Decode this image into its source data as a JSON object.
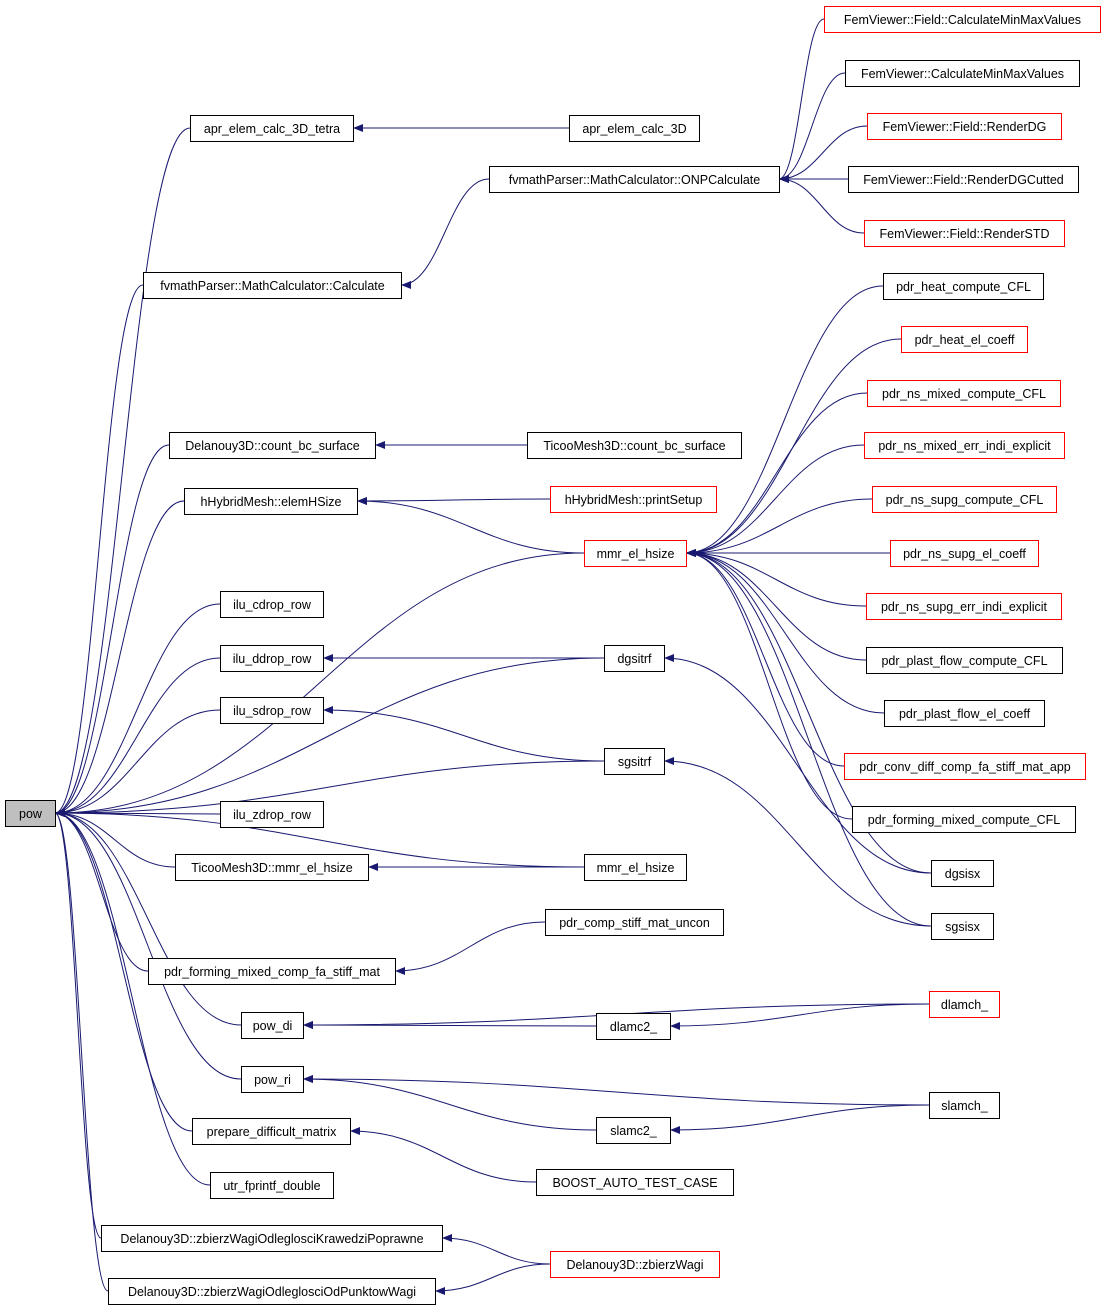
{
  "colors": {
    "edge": "#191970",
    "border_normal": "#000000",
    "border_truncated": "#ff0000",
    "root_fill": "#bfbfbf",
    "node_fill": "#ffffff"
  },
  "nodes": [
    {
      "id": "pow",
      "label": "pow",
      "style": "root"
    },
    {
      "id": "apr_elem_calc_3D_tetra",
      "label": "apr_elem_calc_3D_tetra",
      "style": "normal"
    },
    {
      "id": "apr_elem_calc_3D",
      "label": "apr_elem_calc_3D",
      "style": "normal"
    },
    {
      "id": "fvmath_calculate",
      "label": "fvmathParser::MathCalculator::Calculate",
      "style": "normal"
    },
    {
      "id": "fvmath_onp",
      "label": "fvmathParser::MathCalculator::ONPCalculate",
      "style": "normal"
    },
    {
      "id": "fem_field_calcminmax",
      "label": "FemViewer::Field::CalculateMinMaxValues",
      "style": "truncated"
    },
    {
      "id": "fem_calcminmax",
      "label": "FemViewer::CalculateMinMaxValues",
      "style": "normal"
    },
    {
      "id": "fem_renderdg",
      "label": "FemViewer::Field::RenderDG",
      "style": "truncated"
    },
    {
      "id": "fem_renderdgcutted",
      "label": "FemViewer::Field::RenderDGCutted",
      "style": "normal"
    },
    {
      "id": "fem_renderstd",
      "label": "FemViewer::Field::RenderSTD",
      "style": "truncated"
    },
    {
      "id": "delanouy_count_bc",
      "label": "Delanouy3D::count_bc_surface",
      "style": "normal"
    },
    {
      "id": "ticoo_count_bc",
      "label": "TicooMesh3D::count_bc_surface",
      "style": "normal"
    },
    {
      "id": "hhybrid_elemhsize",
      "label": "hHybridMesh::elemHSize",
      "style": "normal"
    },
    {
      "id": "hhybrid_printsetup",
      "label": "hHybridMesh::printSetup",
      "style": "truncated"
    },
    {
      "id": "mmr_el_hsize_red",
      "label": "mmr_el_hsize",
      "style": "truncated"
    },
    {
      "id": "pdr_heat_compute_cfl",
      "label": "pdr_heat_compute_CFL",
      "style": "normal"
    },
    {
      "id": "pdr_heat_el_coeff",
      "label": "pdr_heat_el_coeff",
      "style": "truncated"
    },
    {
      "id": "pdr_ns_mixed_compute_cfl",
      "label": "pdr_ns_mixed_compute_CFL",
      "style": "truncated"
    },
    {
      "id": "pdr_ns_mixed_err",
      "label": "pdr_ns_mixed_err_indi_explicit",
      "style": "truncated"
    },
    {
      "id": "pdr_ns_supg_compute_cfl",
      "label": "pdr_ns_supg_compute_CFL",
      "style": "truncated"
    },
    {
      "id": "pdr_ns_supg_el_coeff",
      "label": "pdr_ns_supg_el_coeff",
      "style": "truncated"
    },
    {
      "id": "pdr_ns_supg_err",
      "label": "pdr_ns_supg_err_indi_explicit",
      "style": "truncated"
    },
    {
      "id": "pdr_plast_flow_cfl",
      "label": "pdr_plast_flow_compute_CFL",
      "style": "normal"
    },
    {
      "id": "pdr_plast_flow_el_coeff",
      "label": "pdr_plast_flow_el_coeff",
      "style": "normal"
    },
    {
      "id": "pdr_conv_diff",
      "label": "pdr_conv_diff_comp_fa_stiff_mat_app",
      "style": "truncated"
    },
    {
      "id": "pdr_forming_mixed_cfl",
      "label": "pdr_forming_mixed_compute_CFL",
      "style": "normal"
    },
    {
      "id": "dgsisx",
      "label": "dgsisx",
      "style": "normal"
    },
    {
      "id": "sgsisx",
      "label": "sgsisx",
      "style": "normal"
    },
    {
      "id": "ilu_cdrop_row",
      "label": "ilu_cdrop_row",
      "style": "normal"
    },
    {
      "id": "ilu_ddrop_row",
      "label": "ilu_ddrop_row",
      "style": "normal"
    },
    {
      "id": "dgsitrf",
      "label": "dgsitrf",
      "style": "normal"
    },
    {
      "id": "ilu_sdrop_row",
      "label": "ilu_sdrop_row",
      "style": "normal"
    },
    {
      "id": "sgsitrf",
      "label": "sgsitrf",
      "style": "normal"
    },
    {
      "id": "ilu_zdrop_row",
      "label": "ilu_zdrop_row",
      "style": "normal"
    },
    {
      "id": "ticoo_mmr_el_hsize",
      "label": "TicooMesh3D::mmr_el_hsize",
      "style": "normal"
    },
    {
      "id": "mmr_el_hsize_black",
      "label": "mmr_el_hsize",
      "style": "normal"
    },
    {
      "id": "pdr_comp_stiff_mat_uncon",
      "label": "pdr_comp_stiff_mat_uncon",
      "style": "normal"
    },
    {
      "id": "pdr_forming_mixed_comp_fa",
      "label": "pdr_forming_mixed_comp_fa_stiff_mat",
      "style": "normal"
    },
    {
      "id": "pow_di",
      "label": "pow_di",
      "style": "normal"
    },
    {
      "id": "dlamch",
      "label": "dlamch_",
      "style": "truncated"
    },
    {
      "id": "dlamc2",
      "label": "dlamc2_",
      "style": "normal"
    },
    {
      "id": "pow_ri",
      "label": "pow_ri",
      "style": "normal"
    },
    {
      "id": "slamch",
      "label": "slamch_",
      "style": "normal"
    },
    {
      "id": "slamc2",
      "label": "slamc2_",
      "style": "normal"
    },
    {
      "id": "prepare_difficult_matrix",
      "label": "prepare_difficult_matrix",
      "style": "normal"
    },
    {
      "id": "boost_auto_test_case",
      "label": "BOOST_AUTO_TEST_CASE",
      "style": "normal"
    },
    {
      "id": "utr_fprintf_double",
      "label": "utr_fprintf_double",
      "style": "normal"
    },
    {
      "id": "delanouy_krawedzi",
      "label": "Delanouy3D::zbierzWagiOdleglosciKrawedziPoprawne",
      "style": "normal"
    },
    {
      "id": "delanouy_zbierzwagi",
      "label": "Delanouy3D::zbierzWagi",
      "style": "truncated"
    },
    {
      "id": "delanouy_punktow",
      "label": "Delanouy3D::zbierzWagiOdleglosciOdPunktowWagi",
      "style": "normal"
    }
  ],
  "edges": [
    {
      "to": "pow",
      "from": "apr_elem_calc_3D_tetra"
    },
    {
      "to": "pow",
      "from": "fvmath_calculate"
    },
    {
      "to": "pow",
      "from": "delanouy_count_bc"
    },
    {
      "to": "pow",
      "from": "hhybrid_elemhsize"
    },
    {
      "to": "pow",
      "from": "mmr_el_hsize_red"
    },
    {
      "to": "pow",
      "from": "ilu_cdrop_row"
    },
    {
      "to": "pow",
      "from": "ilu_ddrop_row"
    },
    {
      "to": "pow",
      "from": "dgsitrf"
    },
    {
      "to": "pow",
      "from": "ilu_sdrop_row"
    },
    {
      "to": "pow",
      "from": "sgsitrf"
    },
    {
      "to": "pow",
      "from": "ilu_zdrop_row"
    },
    {
      "to": "pow",
      "from": "ticoo_mmr_el_hsize"
    },
    {
      "to": "pow",
      "from": "mmr_el_hsize_black"
    },
    {
      "to": "pow",
      "from": "pdr_forming_mixed_comp_fa"
    },
    {
      "to": "pow",
      "from": "pow_di"
    },
    {
      "to": "pow",
      "from": "pow_ri"
    },
    {
      "to": "pow",
      "from": "prepare_difficult_matrix"
    },
    {
      "to": "pow",
      "from": "utr_fprintf_double"
    },
    {
      "to": "pow",
      "from": "delanouy_krawedzi"
    },
    {
      "to": "pow",
      "from": "delanouy_punktow"
    },
    {
      "to": "apr_elem_calc_3D_tetra",
      "from": "apr_elem_calc_3D"
    },
    {
      "to": "fvmath_calculate",
      "from": "fvmath_onp"
    },
    {
      "to": "fvmath_onp",
      "from": "fem_field_calcminmax"
    },
    {
      "to": "fvmath_onp",
      "from": "fem_calcminmax"
    },
    {
      "to": "fvmath_onp",
      "from": "fem_renderdg"
    },
    {
      "to": "fvmath_onp",
      "from": "fem_renderdgcutted"
    },
    {
      "to": "fvmath_onp",
      "from": "fem_renderstd"
    },
    {
      "to": "delanouy_count_bc",
      "from": "ticoo_count_bc"
    },
    {
      "to": "hhybrid_elemhsize",
      "from": "hhybrid_printsetup"
    },
    {
      "to": "hhybrid_elemhsize",
      "from": "mmr_el_hsize_red"
    },
    {
      "to": "mmr_el_hsize_red",
      "from": "pdr_heat_compute_cfl"
    },
    {
      "to": "mmr_el_hsize_red",
      "from": "pdr_heat_el_coeff"
    },
    {
      "to": "mmr_el_hsize_red",
      "from": "pdr_ns_mixed_compute_cfl"
    },
    {
      "to": "mmr_el_hsize_red",
      "from": "pdr_ns_mixed_err"
    },
    {
      "to": "mmr_el_hsize_red",
      "from": "pdr_ns_supg_compute_cfl"
    },
    {
      "to": "mmr_el_hsize_red",
      "from": "pdr_ns_supg_el_coeff"
    },
    {
      "to": "mmr_el_hsize_red",
      "from": "pdr_ns_supg_err"
    },
    {
      "to": "mmr_el_hsize_red",
      "from": "pdr_plast_flow_cfl"
    },
    {
      "to": "mmr_el_hsize_red",
      "from": "pdr_plast_flow_el_coeff"
    },
    {
      "to": "mmr_el_hsize_red",
      "from": "pdr_conv_diff"
    },
    {
      "to": "mmr_el_hsize_red",
      "from": "pdr_forming_mixed_cfl"
    },
    {
      "to": "mmr_el_hsize_red",
      "from": "dgsisx"
    },
    {
      "to": "mmr_el_hsize_red",
      "from": "sgsisx"
    },
    {
      "to": "ilu_ddrop_row",
      "from": "dgsitrf"
    },
    {
      "to": "dgsitrf",
      "from": "dgsisx"
    },
    {
      "to": "ilu_sdrop_row",
      "from": "sgsitrf"
    },
    {
      "to": "sgsitrf",
      "from": "sgsisx"
    },
    {
      "to": "ticoo_mmr_el_hsize",
      "from": "mmr_el_hsize_black"
    },
    {
      "to": "pdr_forming_mixed_comp_fa",
      "from": "pdr_comp_stiff_mat_uncon"
    },
    {
      "to": "pow_di",
      "from": "dlamch"
    },
    {
      "to": "pow_di",
      "from": "dlamc2"
    },
    {
      "to": "dlamc2",
      "from": "dlamch"
    },
    {
      "to": "pow_ri",
      "from": "slamch"
    },
    {
      "to": "pow_ri",
      "from": "slamc2"
    },
    {
      "to": "slamc2",
      "from": "slamch"
    },
    {
      "to": "prepare_difficult_matrix",
      "from": "boost_auto_test_case"
    },
    {
      "to": "delanouy_krawedzi",
      "from": "delanouy_zbierzwagi"
    },
    {
      "to": "delanouy_punktow",
      "from": "delanouy_zbierzwagi"
    }
  ]
}
